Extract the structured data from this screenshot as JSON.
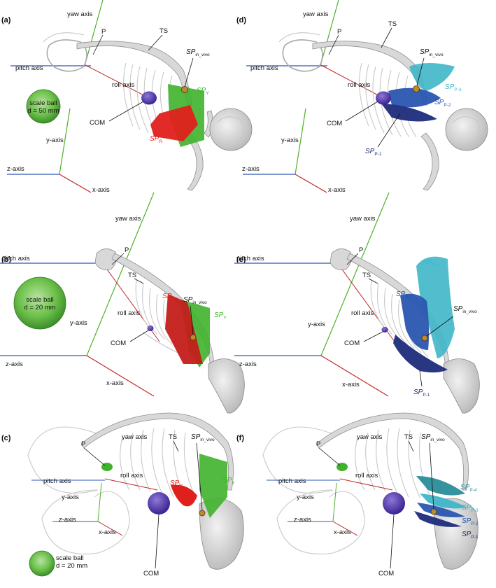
{
  "colors": {
    "pitch": "#2f55b8",
    "yaw": "#4fb02b",
    "roll": "#c0282a",
    "com": "#4b2f9e",
    "sp_red": "#e0201c",
    "sp_green": "#3fb22c",
    "sp_p1": "#1e2b7a",
    "sp_p2": "#2a56b0",
    "sp_p3": "#3fb6c8",
    "sp_p4": "#2a8c9a",
    "bone": "#d8d8d8"
  },
  "labels": {
    "yaw_axis": "yaw axis",
    "pitch_axis": "pitch axis",
    "roll_axis": "roll axis",
    "p": "P",
    "ts": "TS",
    "com": "COM",
    "x_axis": "x-axis",
    "y_axis": "y-axis",
    "z_axis": "z-axis",
    "sp": "SP",
    "sub_in_vivo": "in_vivo",
    "sub_y": "Y",
    "sub_r": "R",
    "sub_p1": "P-1",
    "sub_p2": "P-2",
    "sub_p3": "P-3",
    "sub_p4": "P-4"
  },
  "panels": {
    "a": {
      "tag": "(a)",
      "scale_ball_line1": "scale ball",
      "scale_ball_line2": "d = 50 mm"
    },
    "b": {
      "tag": "(b)",
      "scale_ball_line1": "scale ball",
      "scale_ball_line2": "d = 20 mm"
    },
    "c": {
      "tag": "(c)",
      "scale_ball_line1": "scale ball",
      "scale_ball_line2": "d = 20 mm"
    },
    "d": {
      "tag": "(d)"
    },
    "e": {
      "tag": "(e)"
    },
    "f": {
      "tag": "(f)"
    }
  }
}
